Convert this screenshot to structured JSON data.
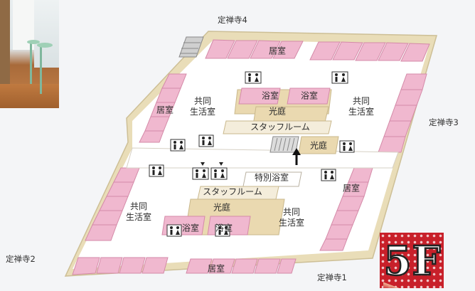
{
  "streets": {
    "north": "定禅寺4",
    "east": "定禅寺3",
    "west": "定禅寺2",
    "south": "定禅寺1"
  },
  "rooms": {
    "kyoshitsu_n": "居室",
    "kyoshitsu_w": "居室",
    "kyoshitsu_e": "居室",
    "kyoshitsu_s": "居室",
    "common_nw": "共同\n生活室",
    "common_ne": "共同\n生活室",
    "common_sw": "共同\n生活室",
    "common_se": "共同\n生活室",
    "bath_1": "浴室",
    "bath_2": "浴室",
    "bath_3": "浴室",
    "bath_4": "浴室",
    "courtyard_n": "光庭",
    "courtyard_mid": "光庭",
    "courtyard_s": "光庭",
    "staff_n": "スタッフルーム",
    "staff_s": "スタッフルーム",
    "special_bath": "特別浴室"
  },
  "floor_badge": "5F",
  "colors": {
    "outer_wall": "#e9ddb8",
    "room_pink": "#f0b8cf",
    "corridor": "#ffffff",
    "courtyard_tan": "#ead9b0",
    "badge_red": "#c8202a"
  },
  "icons": [
    "toilet-icon",
    "elevator-icon",
    "stairs-icon",
    "entrance-arrow-icon"
  ]
}
